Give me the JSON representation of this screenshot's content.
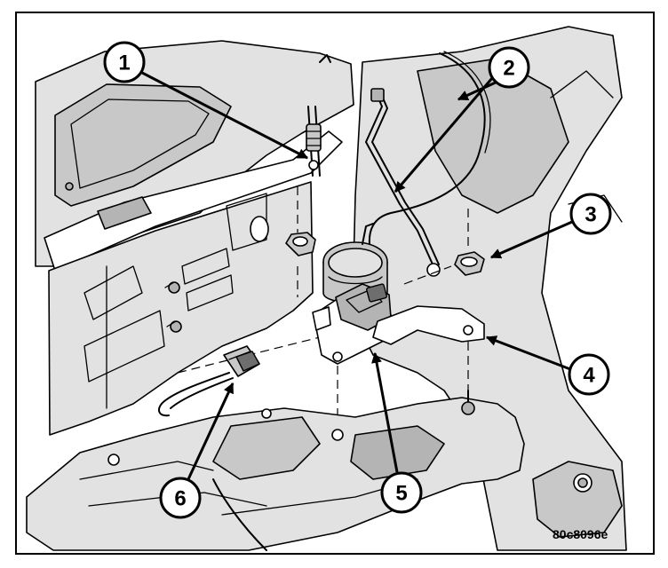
{
  "figure_id": "80c8096e",
  "callouts": [
    {
      "number": "1"
    },
    {
      "number": "2"
    },
    {
      "number": "3"
    },
    {
      "number": "4"
    },
    {
      "number": "5"
    },
    {
      "number": "6"
    }
  ]
}
